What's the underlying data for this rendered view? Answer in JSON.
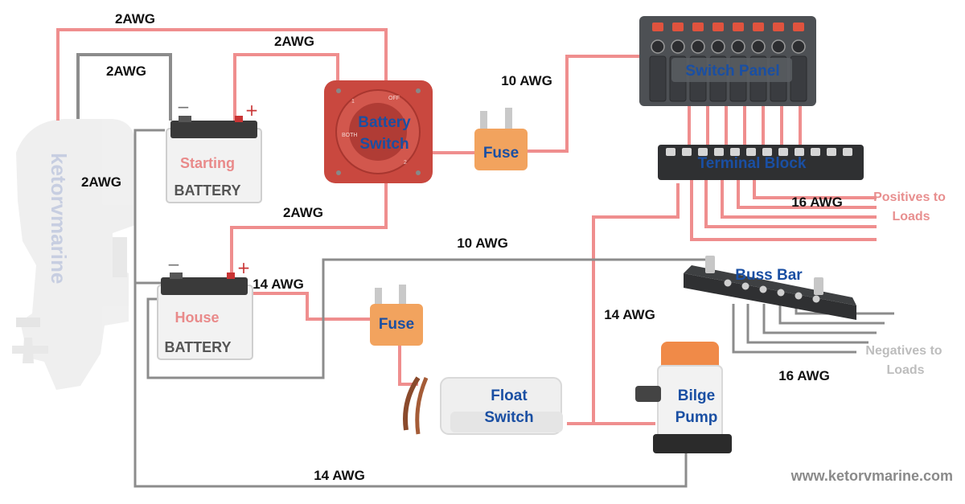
{
  "watermark": {
    "brand": "ketorvmarine"
  },
  "components": {
    "starting_battery": {
      "name": "Starting",
      "label": "BATTERY",
      "minus": "−",
      "plus": "+"
    },
    "house_battery": {
      "name": "House",
      "label": "BATTERY",
      "minus": "−",
      "plus": "+"
    },
    "battery_switch": {
      "line1": "Battery",
      "line2": "Switch",
      "dial_off": "OFF",
      "dial_1": "1",
      "dial_2": "2",
      "dial_both": "BOTH"
    },
    "fuse_top": {
      "label": "Fuse"
    },
    "fuse_bottom": {
      "label": "Fuse"
    },
    "switch_panel": {
      "label": "Switch Panel"
    },
    "terminal_block": {
      "label": "Terminal Block"
    },
    "buss_bar": {
      "label": "Buss Bar"
    },
    "float_switch": {
      "line1": "Float",
      "line2": "Switch"
    },
    "bilge_pump": {
      "line1": "Bilge",
      "line2": "Pump"
    }
  },
  "wire_labels": {
    "outer_top": "2AWG",
    "inner_top": "2AWG",
    "neg_top": "2AWG",
    "left_neg": "2AWG",
    "batt_to_house": "2AWG",
    "switch_to_panel": "10 AWG",
    "neg_main": "10 AWG",
    "house_to_fuse": "14 AWG",
    "pump_feed": "14 AWG",
    "pos_loads": "16 AWG",
    "neg_loads": "16 AWG",
    "bottom_return": "14 AWG"
  },
  "side_notes": {
    "positives_line1": "Positives to",
    "positives_line2": "Loads",
    "negatives_line1": "Negatives to",
    "negatives_line2": "Loads"
  },
  "website": "www.ketorvmarine.com",
  "colors": {
    "positive_wire": "#ef8e8e",
    "negative_wire": "#8c8c8c",
    "component_label": "#1a4fa3",
    "fuse": "#f2a35e",
    "switch_body": "#c9483f",
    "panel_body": "#4d5054"
  }
}
